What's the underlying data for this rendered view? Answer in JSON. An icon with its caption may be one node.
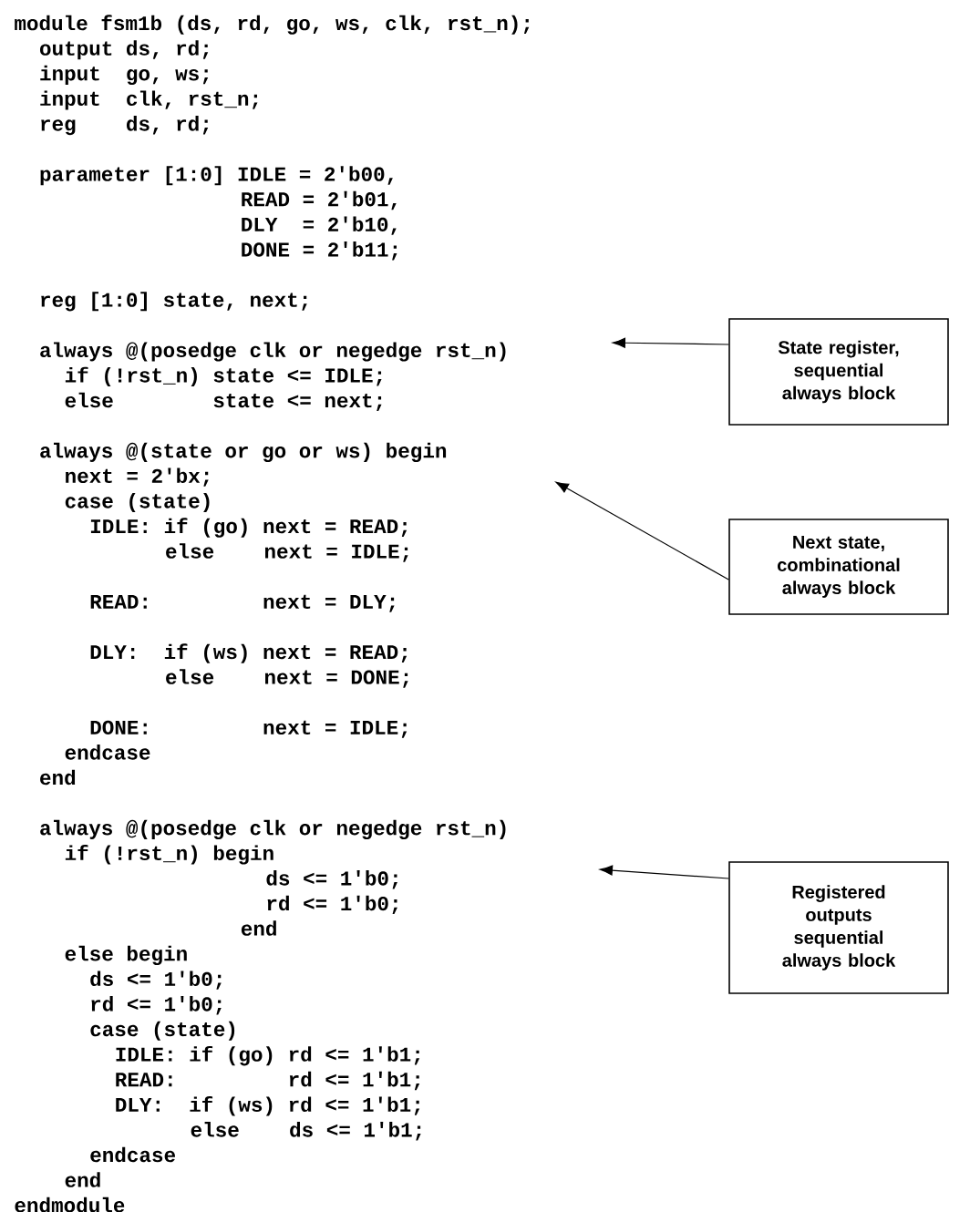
{
  "diagram": {
    "nodes": [
      {
        "text": [
          "State register, sequential always block"
        ]
      },
      {
        "text": [
          "Next state, combinational always block"
        ]
      },
      {
        "text": [
          "Registered outputs sequential always block"
        ]
      }
    ],
    "edges": [
      {
        "from": 0,
        "to": null,
        "arrow": "to"
      },
      {
        "from": 1,
        "to": null,
        "arrow": "to"
      },
      {
        "from": 2,
        "to": null,
        "arrow": "to"
      }
    ],
    "labels": [
      "module fsm1b (ds, rd, go, ws, clk, rst_n);",
      "output ds, rd;",
      "input  go, ws;",
      "input  clk, rst_n;",
      "reg    ds, rd;",
      "parameter [1:0] IDLE = 2'b00,",
      "READ = 2'b01,",
      "DLY  = 2'b10,",
      "DONE = 2'b11;",
      "reg [1:0] state, next;",
      "always @(posedge clk or negedge rst_n)",
      "if (!rst_n) state <= IDLE;",
      "else        state <= next;",
      "always @(state or go or ws) begin",
      "next = 2'bx;",
      "case (state)",
      "IDLE: if (go) next = READ;",
      "else    next = IDLE;",
      "READ:         next = DLY;",
      "DLY:  if (ws) next = READ;",
      "else    next = DONE;",
      "DONE:         next = IDLE;",
      "endcase",
      "end",
      "always @(posedge clk or negedge rst_n)",
      "if (!rst_n) begin",
      "ds <= 1'b0;",
      "rd <= 1'b0;",
      "end",
      "else begin",
      "ds <= 1'b0;",
      "rd <= 1'b0;",
      "case (state)",
      "IDLE: if (go) rd <= 1'b1;",
      "READ:         rd <= 1'b1;",
      "DLY:  if (ws) rd <= 1'b1;",
      "else    ds <= 1'b1;",
      "endcase",
      "end",
      "endmodule"
    ]
  }
}
